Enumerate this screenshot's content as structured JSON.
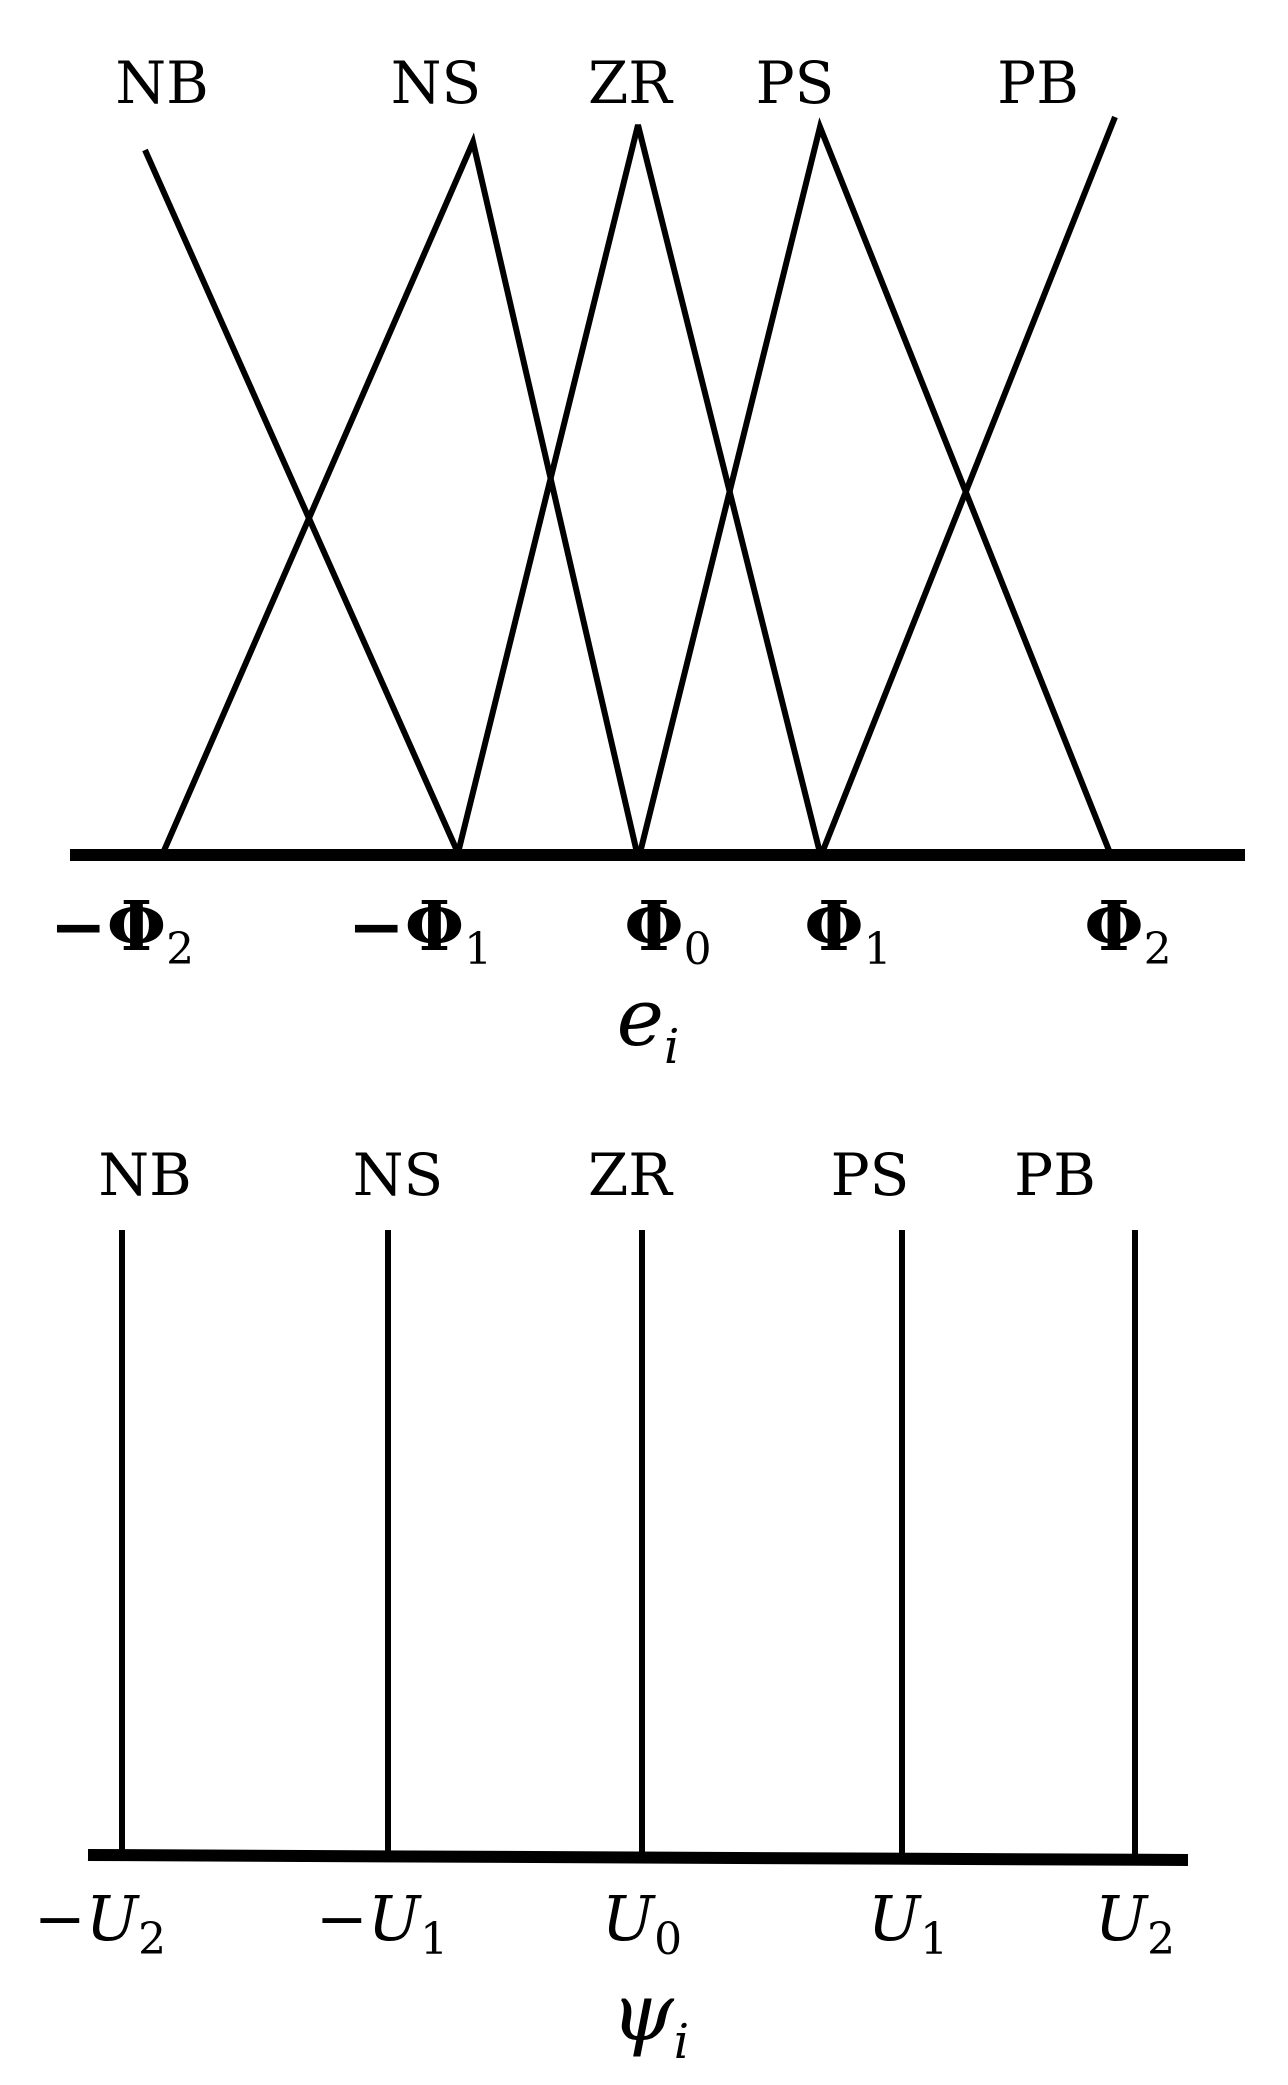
{
  "diagram": {
    "error_panel": {
      "sets": [
        "NB",
        "NS",
        "ZR",
        "PS",
        "PB"
      ],
      "ticks": [
        {
          "prefix": "−",
          "symbol": "Φ",
          "sub": "2"
        },
        {
          "prefix": "−",
          "symbol": "Φ",
          "sub": "1"
        },
        {
          "prefix": "",
          "symbol": "Φ",
          "sub": "0"
        },
        {
          "prefix": "",
          "symbol": "Φ",
          "sub": "1"
        },
        {
          "prefix": "",
          "symbol": "Φ",
          "sub": "2"
        }
      ],
      "axis_variable": "e",
      "axis_subscript": "i"
    },
    "output_panel": {
      "sets": [
        "NB",
        "NS",
        "ZR",
        "PS",
        "PB"
      ],
      "ticks": [
        {
          "prefix": "−",
          "symbol": "U",
          "sub": "2"
        },
        {
          "prefix": "−",
          "symbol": "U",
          "sub": "1"
        },
        {
          "prefix": "",
          "symbol": "U",
          "sub": "0"
        },
        {
          "prefix": "",
          "symbol": "U",
          "sub": "1"
        },
        {
          "prefix": "",
          "symbol": "U",
          "sub": "2"
        }
      ],
      "axis_variable": "ψ",
      "axis_subscript": "i"
    },
    "line_color": "#000000"
  }
}
